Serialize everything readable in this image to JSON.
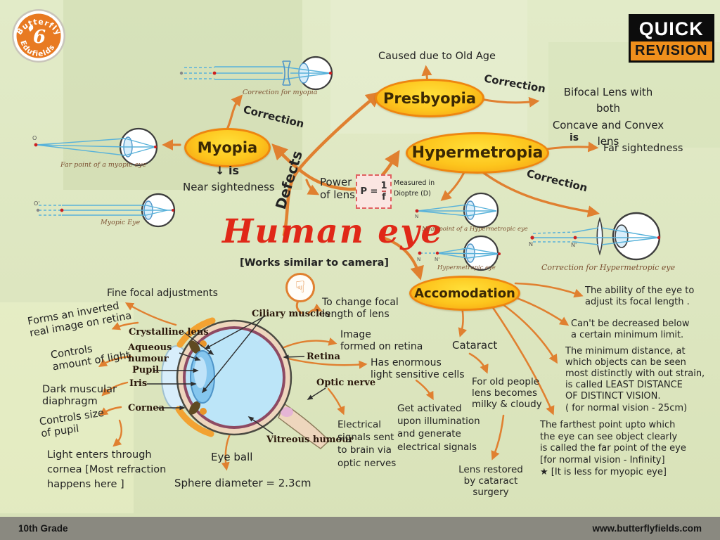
{
  "logo": {
    "top": "Butterfly",
    "bottom": "Edufields",
    "glyph": "6"
  },
  "badge": {
    "line1": "QUICK",
    "line2": "REVISION"
  },
  "title": {
    "main": "Human eye",
    "sub": "[Works similar to camera]",
    "hand": "☟"
  },
  "labels": {
    "defects": "Defects"
  },
  "myopia": {
    "label": "Myopia",
    "correction": "Correction",
    "is": "↓ is",
    "result": "Near sightedness"
  },
  "presbyopia": {
    "label": "Presbyopia",
    "cause": "Caused due to Old Age",
    "correction": "Correction",
    "fix": "Bifocal Lens with both\nConcave and Convex lens"
  },
  "hypermetropia": {
    "label": "Hypermetropia",
    "is": "is",
    "result": "Far sightedness",
    "correction": "Correction"
  },
  "accomodation": {
    "label": "Accomodation"
  },
  "accommodation_points": [
    "The ability of the eye to\nadjust its focal length .",
    "Can't be decreased below\na certain minimum limit.",
    "The minimum distance, at\nwhich objects can be seen\nmost distinctly with out strain,\nis called LEAST DISTANCE\nOF DISTINCT VISION.\n( for normal vision - 25cm)",
    "The farthest point upto which\nthe eye can see object clearly\nis called the far point of the eye\n[for normal vision - Infinity]\n★ [It is less for myopic eye]"
  ],
  "power": {
    "label": "Power\nof lens",
    "p": "P =",
    "num": "1",
    "den": "f",
    "measured": "Measured in\nDioptre (D)"
  },
  "cataract": {
    "label": "Cataract",
    "desc": "For old people\nlens becomes\nmilky & cloudy",
    "surgery": "Lens restored\nby cataract surgery"
  },
  "captions": {
    "correction_myopia": "Correction for myopia",
    "far_point": "Far point of a myopic eye",
    "myopic_eye": "Myopic Eye",
    "near_point_hyper": "Near point of a Hypermetropic eye",
    "hyper_eye": "Hypermetropic eye",
    "correction_hyper": "Correction for Hypermetropic eye"
  },
  "marks": {
    "o": "O",
    "o2": "O'",
    "n": "N",
    "n2": "N'"
  },
  "anatomy": {
    "labels": {
      "ciliary": "Ciliary muscles",
      "crystalline": "Crystalline lens",
      "aqueous": "Aqueous\nhumour",
      "pupil": "Pupil",
      "iris": "Iris",
      "cornea": "Cornea",
      "retina": "Retina",
      "optic": "Optic nerve",
      "vitreous": "Vitreous humour",
      "eyeball": "Eye ball",
      "sphere": "Sphere diameter = 2.3cm"
    },
    "notes": {
      "fine": "Fine focal adjustments",
      "inverted": "Forms an inverted\nreal image on retina",
      "amount": "Controls\namount of light",
      "dark": "Dark muscular\ndiaphragm",
      "size": "Controls size\nof pupil",
      "light": "Light enters through\ncornea [Most refraction\nhappens here ]",
      "focal": "To change focal\nlength of lens",
      "image": "Image\nformed on retina",
      "cells": "Has enormous\nlight sensitive cells",
      "activated": "Get activated\nupon illumination\nand generate\nelectrical signals",
      "signals": "Electrical\nsignals sent\nto brain via\noptic nerves"
    }
  },
  "footer": {
    "grade": "10th Grade",
    "site": "www.butterflyfields.com"
  },
  "colors": {
    "arrow": "#e08030",
    "oval_border": "#ee8610",
    "title_red": "#e02818",
    "ray_blue": "#58b2da"
  }
}
